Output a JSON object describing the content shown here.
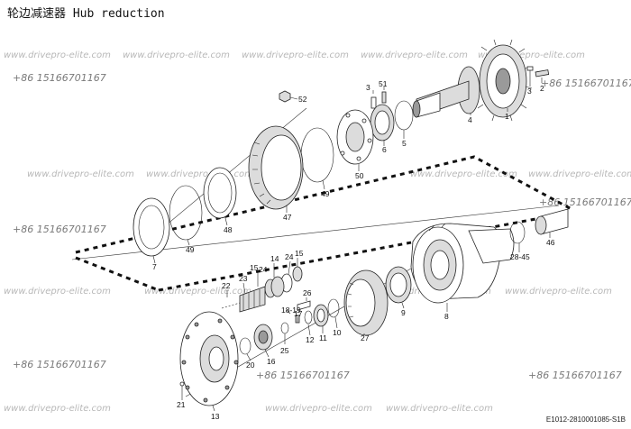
{
  "header": {
    "title": "轮边减速器 Hub reduction"
  },
  "footer": {
    "drawing_code": "E1012-2810001085-S1B"
  },
  "watermarks": {
    "site": "www.drivepro-elite.com",
    "phone": "+86 15166701167"
  },
  "part_labels": {
    "p1": "1",
    "p2": "2",
    "p3a": "3",
    "p3b": "3",
    "p4": "4",
    "p5": "5",
    "p6": "6",
    "p7": "7",
    "p8": "8",
    "p9": "9",
    "p10": "10",
    "p11": "11",
    "p12": "12",
    "p13": "13",
    "p14": "14",
    "p15a": "15",
    "p15b": "15",
    "p16": "16",
    "p17": "17",
    "p1819": "18-19",
    "p20": "20",
    "p21": "21",
    "p22": "22",
    "p23": "23",
    "p24a": "24",
    "p24b": "24",
    "p25": "25",
    "p26": "26",
    "p27": "27",
    "p2845": "28-45",
    "p46": "46",
    "p47": "47",
    "p48": "48",
    "p49a": "49",
    "p49b": "49",
    "p50": "50",
    "p51": "51",
    "p52": "52"
  }
}
